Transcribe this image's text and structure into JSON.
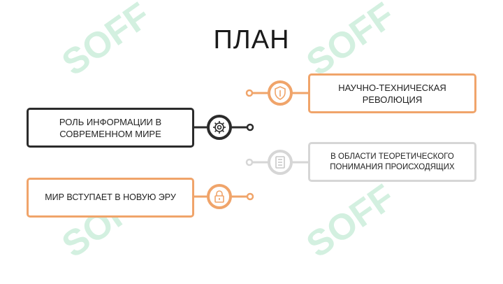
{
  "title": "ПЛАН",
  "watermark": "SOFF",
  "colors": {
    "dark": "#2b2b2b",
    "orange": "#f0a46a",
    "gray": "#d6d6d6",
    "watermark": "#cfeedd"
  },
  "items": [
    {
      "text": "РОЛЬ ИНФОРМАЦИИ В\nСОВРЕМЕННОМ МИРЕ",
      "icon": "gear-icon",
      "color": "dark"
    },
    {
      "text": "МИР ВСТУПАЕТ В НОВУЮ ЭРУ",
      "icon": "lock-icon",
      "color": "orange"
    },
    {
      "text": "НАУЧНО-ТЕХНИЧЕСКАЯ\nРЕВОЛЮЦИЯ",
      "icon": "shield-icon",
      "color": "orange"
    },
    {
      "text": "В ОБЛАСТИ ТЕОРЕТИЧЕСКОГО\nПОНИМАНИЯ ПРОИСХОДЯЩИХ",
      "icon": "document-icon",
      "color": "gray"
    }
  ]
}
